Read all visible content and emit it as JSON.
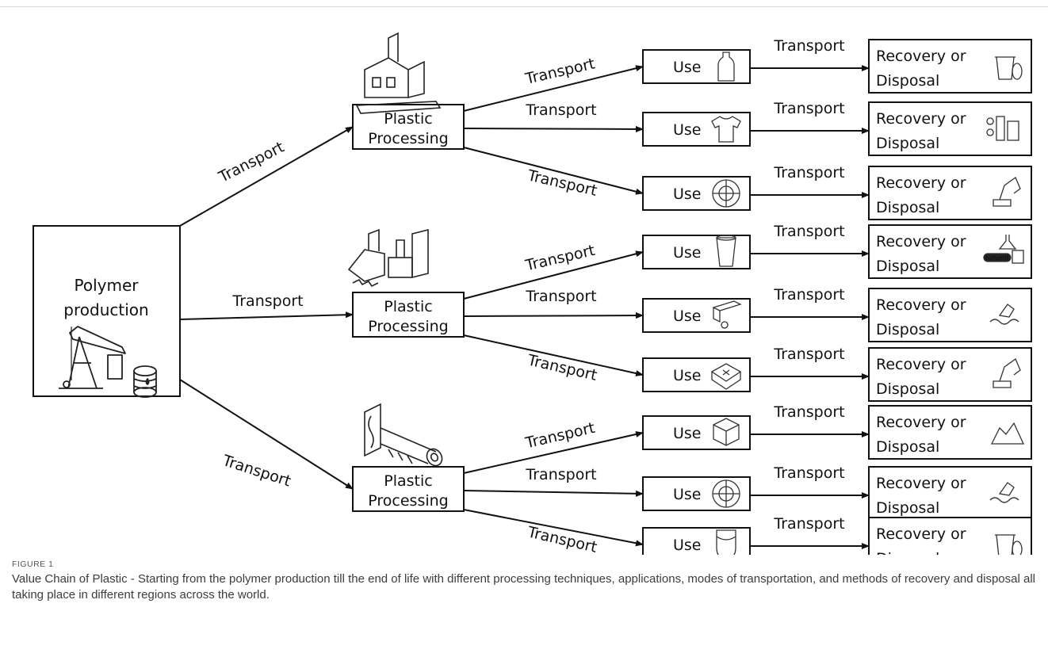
{
  "diagram": {
    "source": {
      "line1": "Polymer",
      "line2": "production",
      "icon": "oil-pump-jack-and-barrel-icon"
    },
    "processing": [
      {
        "line1": "Plastic",
        "line2": "Processing",
        "icon": "factory-icon",
        "inbound_label": "Transport",
        "uses": [
          {
            "label": "Use",
            "icon": "bottle-icon",
            "link_label": "Transport",
            "end_label": "Transport",
            "eol_line1": "Recovery or",
            "eol_line2": "Disposal",
            "eol_icon": "trash-bin-icon"
          },
          {
            "label": "Use",
            "icon": "tshirt-icon",
            "link_label": "Transport",
            "end_label": "Transport",
            "eol_line1": "Recovery or",
            "eol_line2": "Disposal",
            "eol_icon": "chemical-recycling-plant-icon"
          },
          {
            "label": "Use",
            "icon": "tire-icon",
            "link_label": "Transport",
            "end_label": "Transport",
            "eol_line1": "Recovery or",
            "eol_line2": "Disposal",
            "eol_icon": "excavator-icon"
          }
        ]
      },
      {
        "line1": "Plastic",
        "line2": "Processing",
        "icon": "extrusion-machine-icon",
        "inbound_label": "Transport",
        "uses": [
          {
            "label": "Use",
            "icon": "cup-icon",
            "link_label": "Transport",
            "end_label": "Transport",
            "eol_line1": "Recovery or",
            "eol_line2": "Disposal",
            "eol_icon": "solvent-flask-icon",
            "eol_icon_text": "solvent"
          },
          {
            "label": "Use",
            "icon": "car-part-icon",
            "link_label": "Transport",
            "end_label": "Transport",
            "eol_line1": "Recovery or",
            "eol_line2": "Disposal",
            "eol_icon": "ocean-waste-icon"
          },
          {
            "label": "Use",
            "icon": "sofa-icon",
            "link_label": "Transport",
            "end_label": "Transport",
            "eol_line1": "Recovery or",
            "eol_line2": "Disposal",
            "eol_icon": "excavator-icon"
          }
        ]
      },
      {
        "line1": "Plastic",
        "line2": "Processing",
        "icon": "pipe-machine-icon",
        "inbound_label": "Transport",
        "uses": [
          {
            "label": "Use",
            "icon": "box-icon",
            "link_label": "Transport",
            "end_label": "Transport",
            "eol_line1": "Recovery or",
            "eol_line2": "Disposal",
            "eol_icon": "landfill-waste-icon"
          },
          {
            "label": "Use",
            "icon": "soccer-ball-icon",
            "link_label": "Transport",
            "end_label": "Transport",
            "eol_line1": "Recovery or",
            "eol_line2": "Disposal",
            "eol_icon": "ocean-waste-icon"
          },
          {
            "label": "Use",
            "icon": "bag-icon",
            "link_label": "Transport",
            "end_label": "Transport",
            "eol_line1": "Recovery or",
            "eol_line2": "Disposal",
            "eol_icon": "trash-bin-icon"
          }
        ]
      }
    ]
  },
  "caption": {
    "label": "FIGURE 1",
    "text": "Value Chain of Plastic - Starting from the polymer production till the end of life with different processing techniques, applications, modes of transportation, and methods of recovery and disposal all taking place in different regions across the world."
  }
}
